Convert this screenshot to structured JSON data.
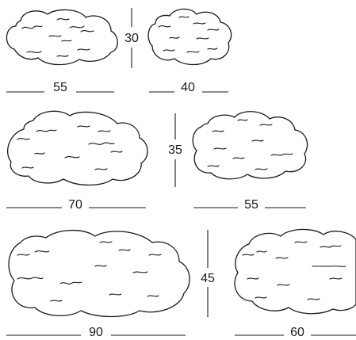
{
  "rows": [
    {
      "height_label": "30",
      "widths": [
        "55",
        "40"
      ]
    },
    {
      "height_label": "35",
      "widths": [
        "70",
        "55"
      ]
    },
    {
      "height_label": "45",
      "widths": [
        "90",
        "60"
      ]
    }
  ],
  "colors": {
    "stroke": "#1a1a1a",
    "background": "#ffffff"
  }
}
